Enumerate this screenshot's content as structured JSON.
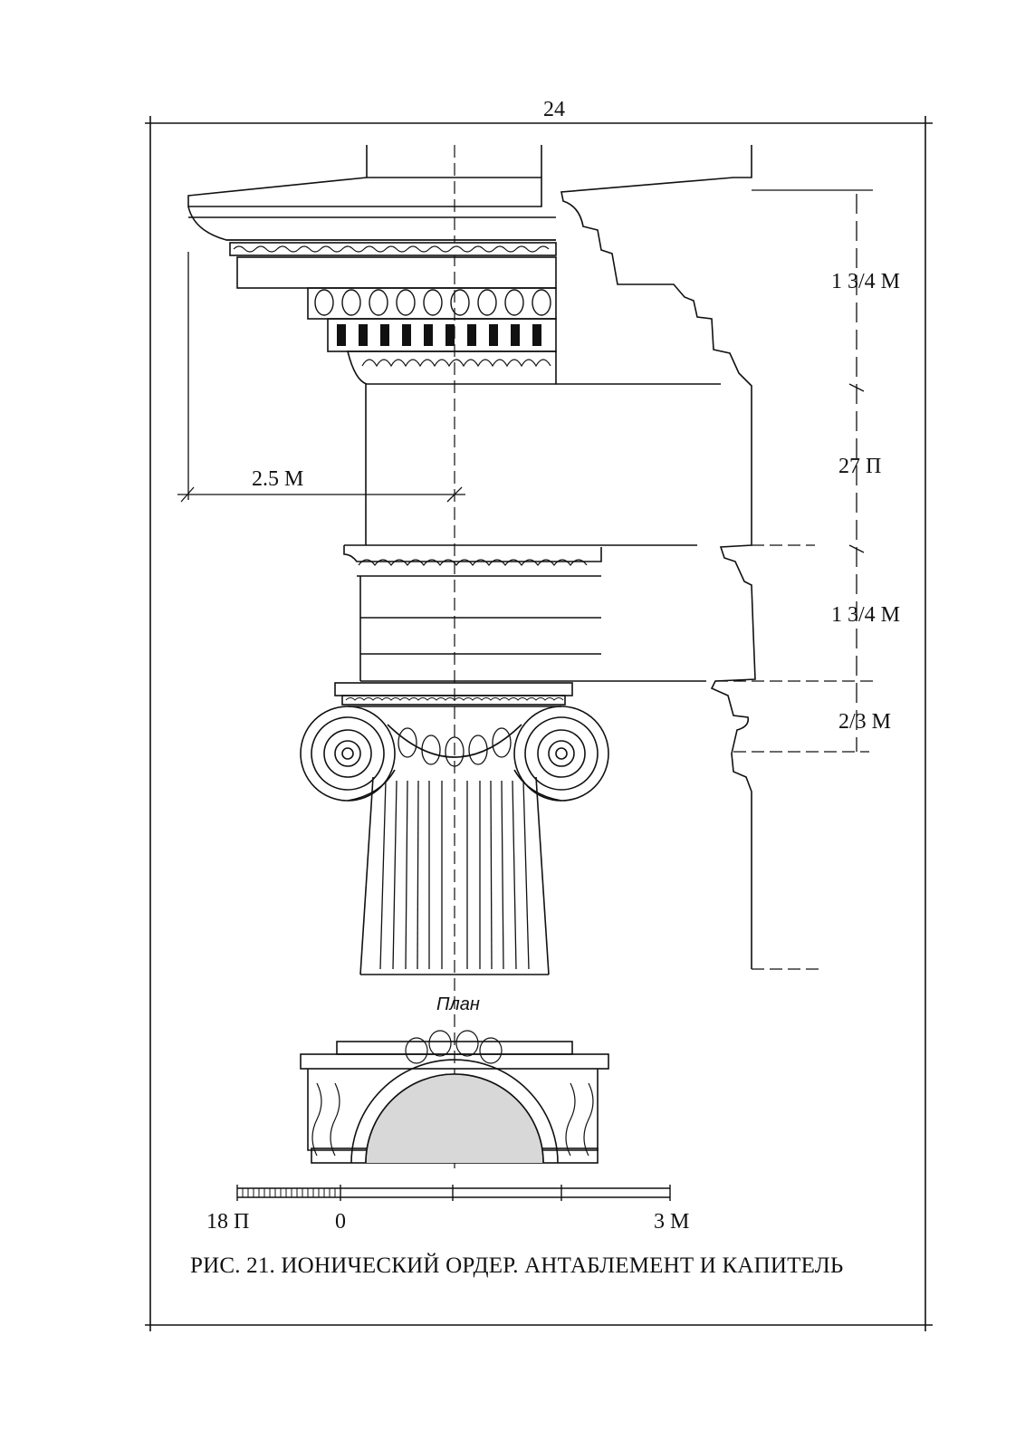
{
  "page_number": "24",
  "caption": "РИС. 21. ИОНИЧЕСКИЙ ОРДЕР. АНТАБЛЕМЕНТ И КАПИТЕЛЬ",
  "plan_label": "План",
  "dimensions": {
    "cornice": "1 3/4 М",
    "frieze": "27 П",
    "architrave": "1 3/4 М",
    "capital": "2/3 М",
    "projection": "2.5 М"
  },
  "scale": {
    "left_label": "18 П",
    "zero_label": "0",
    "right_label": "3 М"
  }
}
